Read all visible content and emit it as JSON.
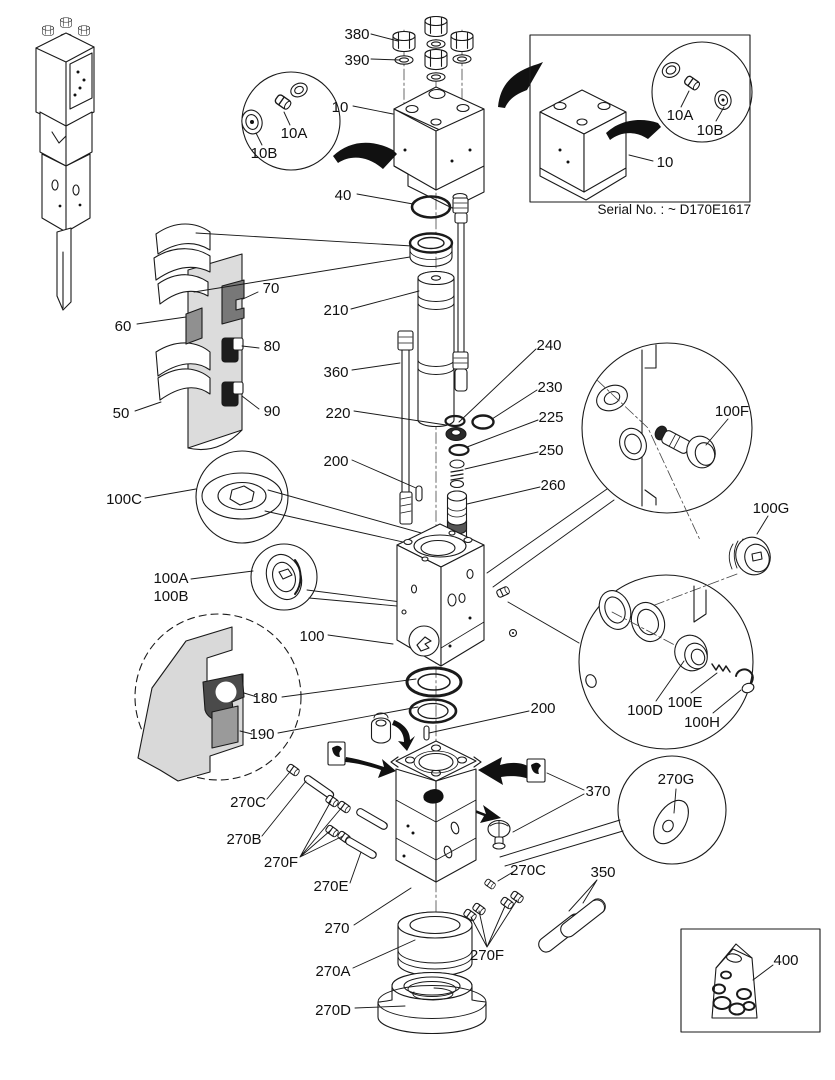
{
  "figure": {
    "type": "exploded-parts-diagram",
    "serial_note": "Serial No. : ~ D170E1617"
  },
  "labels": {
    "n10": "10",
    "n10A": "10A",
    "n10B": "10B",
    "n40": "40",
    "n50": "50",
    "n60": "60",
    "n70": "70",
    "n80": "80",
    "n90": "90",
    "n100": "100",
    "n100A": "100A",
    "n100B": "100B",
    "n100C": "100C",
    "n100D": "100D",
    "n100E": "100E",
    "n100F": "100F",
    "n100G": "100G",
    "n100H": "100H",
    "n180": "180",
    "n190": "190",
    "n200": "200",
    "n210": "210",
    "n220": "220",
    "n225": "225",
    "n230": "230",
    "n240": "240",
    "n250": "250",
    "n260": "260",
    "n270": "270",
    "n270A": "270A",
    "n270B": "270B",
    "n270C": "270C",
    "n270D": "270D",
    "n270E": "270E",
    "n270F": "270F",
    "n270G": "270G",
    "n350": "350",
    "n360": "360",
    "n370": "370",
    "n380": "380",
    "n390": "390",
    "n400": "400"
  }
}
